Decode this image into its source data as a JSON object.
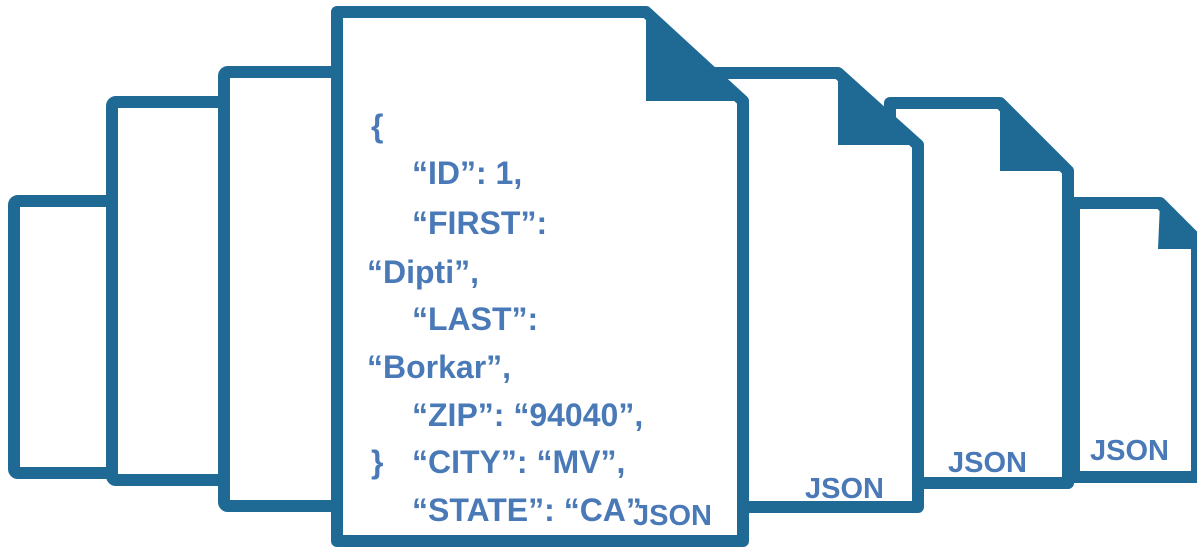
{
  "colors": {
    "document_stroke": "#1e6a94",
    "corner_fold": "#1e6a94",
    "text": "#4a79b7",
    "background": "#ffffff"
  },
  "front_document": {
    "lines": [
      "{",
      "“ID”: 1,",
      "“FIRST”:",
      "“Dipti”,",
      "“LAST”:",
      "“Borkar”,",
      "“ZIP”: “94040”,",
      "}",
      "“CITY”: “MV”,",
      "“STATE”: “CA”"
    ],
    "label": "JSON"
  },
  "right_documents": [
    {
      "label": "JSON"
    },
    {
      "label": "JSON"
    },
    {
      "label": "JSON"
    }
  ]
}
